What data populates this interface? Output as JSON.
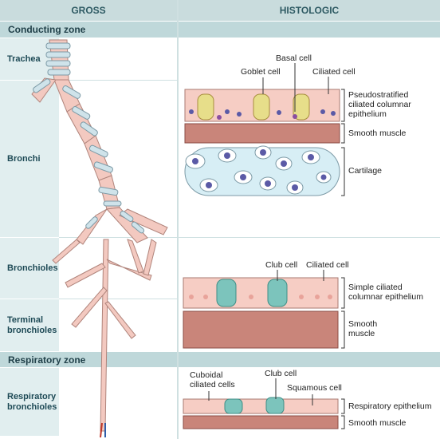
{
  "headers": {
    "gross": "GROSS",
    "histologic": "HISTOLOGIC"
  },
  "zones": {
    "conducting": "Conducting zone",
    "respiratory": "Respiratory zone"
  },
  "gross_labels": {
    "trachea": "Trachea",
    "bronchi": "Bronchi",
    "bronchioles": "Bronchioles",
    "terminal": "Terminal bronchioles",
    "respiratory_bronchioles": "Respiratory bronchioles"
  },
  "histo": {
    "bronchi": {
      "basal": "Basal cell",
      "goblet": "Goblet cell",
      "ciliated": "Ciliated cell",
      "epithelium": "Pseudostratified ciliated columnar epithelium",
      "muscle": "Smooth muscle",
      "cartilage": "Cartilage"
    },
    "bronchioles": {
      "club": "Club cell",
      "ciliated": "Ciliated cell",
      "epithelium": "Simple ciliated columnar epithelium",
      "muscle": "Smooth muscle"
    },
    "respiratory": {
      "cuboidal": "Cuboidal ciliated cells",
      "club": "Club cell",
      "squamous": "Squamous cell",
      "epithelium": "Respiratory epithelium",
      "muscle": "Smooth muscle"
    }
  },
  "colors": {
    "cell": "#f4c4ba",
    "goblet": "#e8e08a",
    "club": "#7cc4bc",
    "muscle": "#c9857a",
    "cartilage": "#d7eef5",
    "nucleus": "#5b5aa6"
  }
}
